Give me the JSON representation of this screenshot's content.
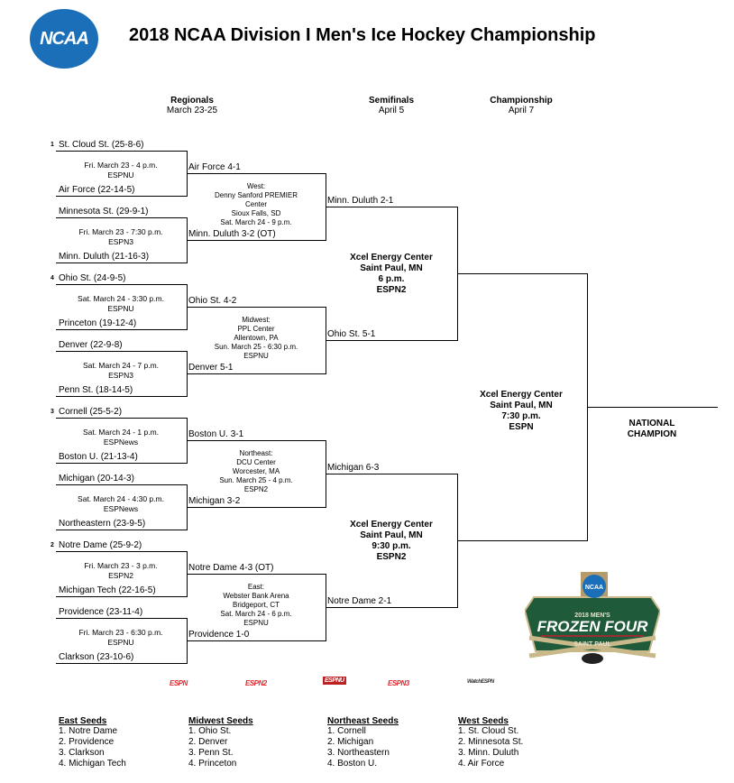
{
  "header": {
    "logo": "NCAA",
    "title": "2018 NCAA Division I Men's Ice Hockey Championship"
  },
  "rounds": [
    {
      "name": "Regionals",
      "dates": "March 23-25"
    },
    {
      "name": "Semifinals",
      "dates": "April 5"
    },
    {
      "name": "Championship",
      "dates": "April 7"
    }
  ],
  "regions": [
    {
      "seed": "1",
      "games": [
        {
          "top": "St. Cloud St. (25-8-6)",
          "bottom": "Air Force (22-14-5)",
          "time": "Fri. March 23 - 4 p.m.",
          "tv": "ESPNU"
        },
        {
          "top": "Minnesota St. (29-9-1)",
          "bottom": "Minn. Duluth (21-16-3)",
          "time": "Fri. March 23 - 7:30 p.m.",
          "tv": "ESPN3"
        }
      ],
      "winners": [
        "Air Force 4-1",
        "Minn. Duluth 3-2 (OT)"
      ],
      "venue": [
        "West:",
        "Denny Sanford PREMIER",
        "Center",
        "Sioux Falls, SD",
        "Sat. March 24 - 9 p.m."
      ],
      "champ": "Minn. Duluth 2-1"
    },
    {
      "seed": "4",
      "games": [
        {
          "top": "Ohio St. (24-9-5)",
          "bottom": "Princeton (19-12-4)",
          "time": "Sat. March 24 - 3:30 p.m.",
          "tv": "ESPNU"
        },
        {
          "top": "Denver (22-9-8)",
          "bottom": "Penn St. (18-14-5)",
          "time": "Sat. March 24 - 7 p.m.",
          "tv": "ESPN3"
        }
      ],
      "winners": [
        "Ohio St. 4-2",
        "Denver 5-1"
      ],
      "venue": [
        "Midwest:",
        "PPL Center",
        "Allentown, PA",
        "Sun. March 25 - 6:30 p.m.",
        "ESPNU"
      ],
      "champ": "Ohio St. 5-1"
    },
    {
      "seed": "3",
      "games": [
        {
          "top": "Cornell (25-5-2)",
          "bottom": "Boston U. (21-13-4)",
          "time": "Sat. March 24 - 1 p.m.",
          "tv": "ESPNews"
        },
        {
          "top": "Michigan (20-14-3)",
          "bottom": "Northeastern (23-9-5)",
          "time": "Sat. March 24 - 4:30 p.m.",
          "tv": "ESPNews"
        }
      ],
      "winners": [
        "Boston U. 3-1",
        "Michigan 3-2"
      ],
      "venue": [
        "Northeast:",
        "DCU Center",
        "Worcester, MA",
        "Sun. March 25 - 4 p.m.",
        "ESPN2"
      ],
      "champ": "Michigan 6-3"
    },
    {
      "seed": "2",
      "games": [
        {
          "top": "Notre Dame (25-9-2)",
          "bottom": "Michigan Tech (22-16-5)",
          "time": "Fri. March 23 - 3 p.m.",
          "tv": "ESPN2"
        },
        {
          "top": "Providence (23-11-4)",
          "bottom": "Clarkson (23-10-6)",
          "time": "Fri. March 23 - 6:30 p.m.",
          "tv": "ESPNU"
        }
      ],
      "winners": [
        "Notre Dame 4-3 (OT)",
        "Providence 1-0"
      ],
      "venue": [
        "East:",
        "Webster Bank Arena",
        "Bridgeport, CT",
        "Sat. March 24 - 6 p.m.",
        "ESPNU"
      ],
      "champ": "Notre Dame 2-1"
    }
  ],
  "semifinals": [
    [
      "Xcel Energy Center",
      "Saint Paul, MN",
      "6 p.m.",
      "ESPN2"
    ],
    [
      "Xcel Energy Center",
      "Saint Paul, MN",
      "9:30 p.m.",
      "ESPN2"
    ]
  ],
  "championship": [
    "Xcel Energy Center",
    "Saint Paul, MN",
    "7:30 p.m.",
    "ESPN"
  ],
  "champion": [
    "NATIONAL",
    "CHAMPION"
  ],
  "frozen_four": {
    "year": "2018 MEN'S",
    "name": "FROZEN FOUR",
    "city": "SAINT PAUL"
  },
  "networks": [
    "ESPN",
    "ESPN2",
    "ESPNU",
    "ESPN3",
    "WatchESPN"
  ],
  "seed_lists": [
    {
      "title": "East Seeds",
      "items": [
        "1. Notre Dame",
        "2. Providence",
        "3. Clarkson",
        "4. Michigan Tech"
      ]
    },
    {
      "title": "Midwest Seeds",
      "items": [
        "1. Ohio St.",
        "2. Denver",
        "3. Penn St.",
        "4. Princeton"
      ]
    },
    {
      "title": "Northeast Seeds",
      "items": [
        "1. Cornell",
        "2. Michigan",
        "3. Northeastern",
        "4. Boston U."
      ]
    },
    {
      "title": "West Seeds",
      "items": [
        "1. St. Cloud St.",
        "2. Minnesota St.",
        "3. Minn. Duluth",
        "4. Air Force"
      ]
    }
  ]
}
